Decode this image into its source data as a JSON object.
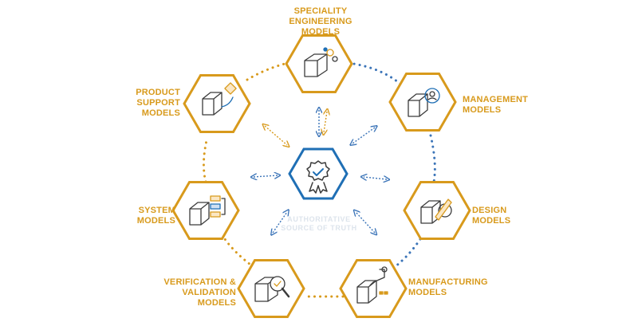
{
  "colors": {
    "gold": "#d89a1c",
    "blue": "#1f6fb5",
    "dot_blue": "#3b74b8",
    "icon_line": "#3b3b3b",
    "center_text": "#dde4ec"
  },
  "center": {
    "label": "AUTHORITATIVE\nSOURCE OF TRUTH",
    "icon": "certified-badge-icon"
  },
  "nodes": [
    {
      "id": "speciality",
      "label": "SPECIALITY\nENGINEERING MODELS",
      "icon": "cube-gears-icon"
    },
    {
      "id": "management",
      "label": "MANAGEMENT\nMODELS",
      "icon": "cube-person-icon"
    },
    {
      "id": "design",
      "label": "DESIGN\nMODELS",
      "icon": "cube-pen-gear-icon"
    },
    {
      "id": "manufacturing",
      "label": "MANUFACTURING\nMODELS",
      "icon": "cube-robot-arm-icon"
    },
    {
      "id": "verification",
      "label": "VERIFICATION &\nVALIDATION MODELS",
      "icon": "cube-magnifier-icon"
    },
    {
      "id": "system",
      "label": "SYSTEM\nMODELS",
      "icon": "cube-blocks-icon"
    },
    {
      "id": "product_support",
      "label": "PRODUCT\nSUPPORT\nMODELS",
      "icon": "cube-hand-icon"
    }
  ]
}
